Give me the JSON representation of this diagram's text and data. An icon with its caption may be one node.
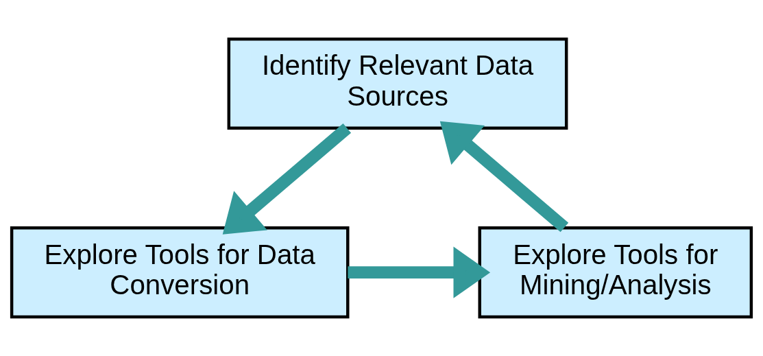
{
  "diagram": {
    "nodes": [
      {
        "text": [
          "Identify Relevant Data Sources"
        ]
      },
      {
        "text": [
          "Explore Tools for Data Conversion"
        ]
      },
      {
        "text": [
          "Explore Tools for Mining/Analysis"
        ]
      }
    ],
    "edges": [
      {
        "from": 0,
        "to": 1,
        "arrow": "to"
      },
      {
        "from": 1,
        "to": 2,
        "arrow": "to"
      },
      {
        "from": 2,
        "to": 0,
        "arrow": "to"
      }
    ]
  }
}
